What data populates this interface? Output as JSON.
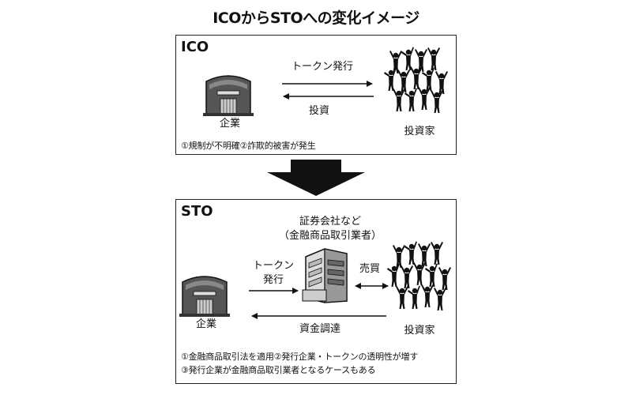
{
  "title": "ICOからSTOへの変化イメージ",
  "ico": {
    "label": "ICO",
    "company": "企業",
    "investors": "投資家",
    "arrow_to_investors": "トークン発行",
    "arrow_to_company": "投資",
    "note": "①規制が不明確②詐欺的被害が発生"
  },
  "transition_arrow": "down",
  "sto": {
    "label": "STO",
    "company": "企業",
    "investors": "投資家",
    "intermediary_line1": "証券会社など",
    "intermediary_line2": "（金融商品取引業者）",
    "arrow_to_intermediary_line1": "トークン",
    "arrow_to_intermediary_line2": "発行",
    "arrow_trade": "売買",
    "arrow_to_company": "資金調達",
    "notes": [
      "①金融商品取引法を適用②発行企業・トークンの透明性が増す",
      "③発行企業が金融商品取引業者となるケースもある"
    ]
  }
}
